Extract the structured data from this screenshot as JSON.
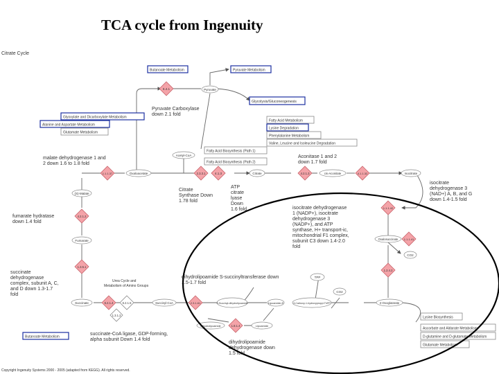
{
  "slide_title": "TCA cycle from Ingenuity",
  "pathway_title": "Citrate Cycle",
  "copyright": "Copyright Ingenuity Systems 2000 - 2005 (adapted from KEGG). All rights reserved.",
  "pathway_boxes": [
    {
      "id": "butanoate-top",
      "label": "Butanoate Metabolism",
      "linked": true
    },
    {
      "id": "pyruvate-met",
      "label": "Pyruvate Metabolism",
      "linked": true
    },
    {
      "id": "glycolysis",
      "label": "Glycolysis/Gluconeogenesis",
      "linked": true
    },
    {
      "id": "glyoxylate",
      "label": "Glyoxylate and Dicarboxylate Metabolism",
      "linked": true
    },
    {
      "id": "alanine",
      "label": "Alanine and Aspartate Metabolism",
      "linked": true
    },
    {
      "id": "glutamate",
      "label": "Glutamate Metabolism",
      "linked": false
    },
    {
      "id": "fatty-acid-met",
      "label": "Fatty Acid Metabolism",
      "linked": false
    },
    {
      "id": "lysine",
      "label": "Lysine Degradation",
      "linked": true
    },
    {
      "id": "phenylalanine",
      "label": "Phenylalanine Metabolism",
      "linked": false
    },
    {
      "id": "valine",
      "label": "Valine, Leucine and Isoleucine Degradation",
      "linked": false
    },
    {
      "id": "fa-bio-1",
      "label": "Fatty Acid Biosynthesis (Path 1)",
      "linked": false
    },
    {
      "id": "fa-bio-2",
      "label": "Fatty Acid Biosynthesis (Path 2)",
      "linked": false
    },
    {
      "id": "lysine-bio",
      "label": "Lysine Biosynthesis",
      "linked": false
    },
    {
      "id": "ascorbate",
      "label": "Ascorbate and Aldarate Metabolism",
      "linked": false
    },
    {
      "id": "d-glutamine",
      "label": "D-glutamine and D-glutamate Metabolism",
      "linked": false
    },
    {
      "id": "glutamate-bottom",
      "label": "Glutamate Metabolism",
      "linked": false
    },
    {
      "id": "butanoate-bottom",
      "label": "Butanoate Metabolism",
      "linked": true
    }
  ],
  "enzymes": [
    "6.4.1",
    "2.3.3.1",
    "4.1.3",
    "1.1.1.37",
    "4.2.1.2",
    "1.3.5.1",
    "6.2.1.4",
    "6.2.1.5",
    "1.3.1.2",
    "4.2.1.3",
    "4.1.1.32",
    "1.1.1.42",
    "1.1.1.41",
    "1.2.4.2",
    "2.3.1.61",
    "1.8.1.4"
  ],
  "metabolites": {
    "pyruvate": "Pyruvate",
    "acetyl_coa": "Acetyl-CoA",
    "oxaloacetate": "Oxaloacetate",
    "malate": "(S)-Malate",
    "fumarate": "Fumarate",
    "succinate": "Succinate",
    "succinyl_coa": "Succinyl-CoA",
    "citrate": "Citrate",
    "cis_aconitate": "cis-Aconitate",
    "isocitrate": "Isocitrate",
    "oxalosuccinate": "Oxalosuccinate",
    "co2_a": "CO2",
    "co2_b": "CO2",
    "oxoglutarate": "2-Oxoglutarate",
    "tpp": "TPP",
    "succinyl_dihydrolipoamide": "S-Succinyl-dihydrolipoamide",
    "carboxy_tpp": "3-Carboxy-1-hydroxypropyl-ThPP",
    "dihydrolipoamide": "Dihydrolipoamide",
    "lipoamide": "Lipoamide",
    "lipoyl": "Lipoamide-E"
  },
  "annotations": {
    "pyruvate_carboxylase": [
      "Pyruvate Carboxylase",
      "down 2.1 fold"
    ],
    "malate_dh": [
      "malate dehydrogenase 1 and",
      "2 down 1.6 to 1.8 fold"
    ],
    "citrate_synthase": [
      "Citrate",
      "Synthase Down",
      "1.78 fold"
    ],
    "atp_citrate": [
      "ATP",
      "citrate",
      "lyase",
      "Down",
      "1.6 fold"
    ],
    "aconitase": [
      "Aconitase 1 and 2",
      "down 1.7 fold"
    ],
    "idh3": [
      "isocitrate",
      "dehydrogenase 3",
      "(NAD+) A, B, and G",
      "down 1.4-1.5 fold"
    ],
    "fumarate_hydratase": [
      "fumarate hydratase",
      "down 1.4 fold"
    ],
    "idh_combo": [
      "isocitrate dehydrogenase",
      "1 (NADP+), isocitrate",
      "dehydrogenase 3",
      "(NADP+), and ATP",
      "synthase, H+ transport-ic,",
      "mitochondrial F1 complex,",
      "subunit C3 down 1.4-2.0",
      "fold"
    ],
    "sdh": [
      "succinate",
      "dehydrogenase",
      "complex, subunit A, C,",
      "and D down 1.3-1.7",
      "fold"
    ],
    "urea_cycle": [
      "Urea Cycle and",
      "Metabolism of Amino Groups"
    ],
    "dlst": [
      "dihydrolipoamide S-succinyltransferase down",
      "1.5-1.7 fold"
    ],
    "succinate_coa": [
      "succinate-CoA ligase, GDP-forming,",
      "alpha subunit Down 1.4 fold"
    ],
    "dld": [
      "dihydrolipoamide",
      "dehydrogenase down",
      "1.5 fold"
    ]
  }
}
